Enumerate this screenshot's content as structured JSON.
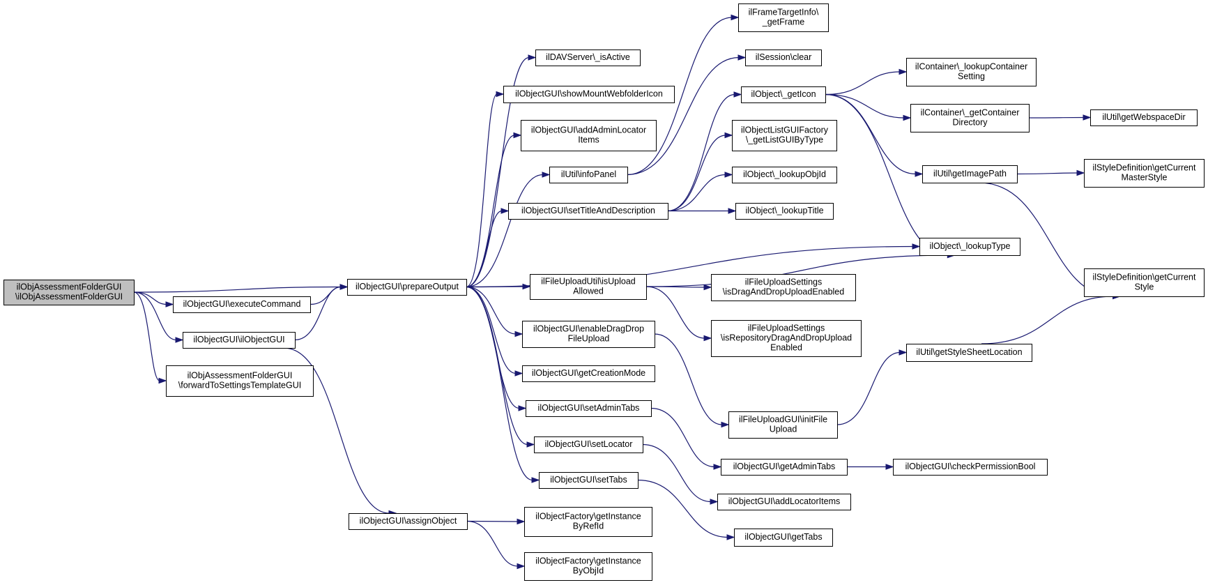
{
  "graph": {
    "edge_color": "#191970",
    "root_fill": "#bfbfbf",
    "node_fill": "#ffffff",
    "nodes": [
      {
        "id": "root",
        "lines": [
          "ilObjAssessmentFolderGUI",
          "\\ilObjAssessmentFolderGUI"
        ],
        "root": true
      },
      {
        "id": "prepareOutput",
        "lines": [
          "ilObjectGUI\\prepareOutput"
        ]
      },
      {
        "id": "executeCommand",
        "lines": [
          "ilObjectGUI\\executeCommand"
        ]
      },
      {
        "id": "ilObjectGUIctor",
        "lines": [
          "ilObjectGUI\\ilObjectGUI"
        ]
      },
      {
        "id": "forwardToSettings",
        "lines": [
          "ilObjAssessmentFolderGUI",
          "\\forwardToSettingsTemplateGUI"
        ]
      },
      {
        "id": "assignObject",
        "lines": [
          "ilObjectGUI\\assignObject"
        ]
      },
      {
        "id": "davIsActive",
        "lines": [
          "ilDAVServer\\_isActive"
        ]
      },
      {
        "id": "showMount",
        "lines": [
          "ilObjectGUI\\showMountWebfolderIcon"
        ]
      },
      {
        "id": "addAdminLocator",
        "lines": [
          "ilObjectGUI\\addAdminLocator",
          "Items"
        ]
      },
      {
        "id": "infoPanel",
        "lines": [
          "ilUtil\\infoPanel"
        ]
      },
      {
        "id": "setTitleDesc",
        "lines": [
          "ilObjectGUI\\setTitleAndDescription"
        ]
      },
      {
        "id": "isUploadAllowed",
        "lines": [
          "ilFileUploadUtil\\isUpload",
          "Allowed"
        ]
      },
      {
        "id": "enableDragDrop",
        "lines": [
          "ilObjectGUI\\enableDragDrop",
          "FileUpload"
        ]
      },
      {
        "id": "getCreationMode",
        "lines": [
          "ilObjectGUI\\getCreationMode"
        ]
      },
      {
        "id": "setAdminTabs",
        "lines": [
          "ilObjectGUI\\setAdminTabs"
        ]
      },
      {
        "id": "setLocator",
        "lines": [
          "ilObjectGUI\\setLocator"
        ]
      },
      {
        "id": "setTabs",
        "lines": [
          "ilObjectGUI\\setTabs"
        ]
      },
      {
        "id": "getInstanceByRefId",
        "lines": [
          "ilObjectFactory\\getInstance",
          "ByRefId"
        ]
      },
      {
        "id": "getInstanceByObjId",
        "lines": [
          "ilObjectFactory\\getInstance",
          "ByObjId"
        ]
      },
      {
        "id": "getFrame",
        "lines": [
          "ilFrameTargetInfo\\",
          "_getFrame"
        ]
      },
      {
        "id": "sessionClear",
        "lines": [
          "ilSession\\clear"
        ]
      },
      {
        "id": "getIcon",
        "lines": [
          "ilObject\\_getIcon"
        ]
      },
      {
        "id": "getListGUIByType",
        "lines": [
          "ilObjectListGUIFactory",
          "\\_getListGUIByType"
        ]
      },
      {
        "id": "lookupObjId",
        "lines": [
          "ilObject\\_lookupObjId"
        ]
      },
      {
        "id": "lookupTitle",
        "lines": [
          "ilObject\\_lookupTitle"
        ]
      },
      {
        "id": "lookupType",
        "lines": [
          "ilObject\\_lookupType"
        ]
      },
      {
        "id": "isDragAndDrop",
        "lines": [
          "ilFileUploadSettings",
          "\\isDragAndDropUploadEnabled"
        ]
      },
      {
        "id": "isRepoDragAndDrop",
        "lines": [
          "ilFileUploadSettings",
          "\\isRepositoryDragAndDropUpload",
          "Enabled"
        ]
      },
      {
        "id": "initFileUpload",
        "lines": [
          "ilFileUploadGUI\\initFile",
          "Upload"
        ]
      },
      {
        "id": "getAdminTabs",
        "lines": [
          "ilObjectGUI\\getAdminTabs"
        ]
      },
      {
        "id": "addLocatorItems",
        "lines": [
          "ilObjectGUI\\addLocatorItems"
        ]
      },
      {
        "id": "getTabs",
        "lines": [
          "ilObjectGUI\\getTabs"
        ]
      },
      {
        "id": "lookupContainerSetting",
        "lines": [
          "ilContainer\\_lookupContainer",
          "Setting"
        ]
      },
      {
        "id": "getContainerDirectory",
        "lines": [
          "ilContainer\\_getContainer",
          "Directory"
        ]
      },
      {
        "id": "getImagePath",
        "lines": [
          "ilUtil\\getImagePath"
        ]
      },
      {
        "id": "getStyleSheetLocation",
        "lines": [
          "ilUtil\\getStyleSheetLocation"
        ]
      },
      {
        "id": "checkPermissionBool",
        "lines": [
          "ilObjectGUI\\checkPermissionBool"
        ]
      },
      {
        "id": "getWebspaceDir",
        "lines": [
          "ilUtil\\getWebspaceDir"
        ]
      },
      {
        "id": "getCurrentMasterStyle",
        "lines": [
          "ilStyleDefinition\\getCurrent",
          "MasterStyle"
        ]
      },
      {
        "id": "getCurrentStyle",
        "lines": [
          "ilStyleDefinition\\getCurrent",
          "Style"
        ]
      }
    ],
    "edges": [
      [
        "root",
        "prepareOutput"
      ],
      [
        "root",
        "executeCommand"
      ],
      [
        "root",
        "ilObjectGUIctor"
      ],
      [
        "root",
        "forwardToSettings"
      ],
      [
        "executeCommand",
        "prepareOutput"
      ],
      [
        "ilObjectGUIctor",
        "prepareOutput"
      ],
      [
        "ilObjectGUIctor",
        "assignObject"
      ],
      [
        "assignObject",
        "getInstanceByRefId"
      ],
      [
        "assignObject",
        "getInstanceByObjId"
      ],
      [
        "prepareOutput",
        "davIsActive"
      ],
      [
        "prepareOutput",
        "showMount"
      ],
      [
        "prepareOutput",
        "addAdminLocator"
      ],
      [
        "prepareOutput",
        "infoPanel"
      ],
      [
        "prepareOutput",
        "setTitleDesc"
      ],
      [
        "prepareOutput",
        "lookupType"
      ],
      [
        "prepareOutput",
        "isUploadAllowed"
      ],
      [
        "prepareOutput",
        "enableDragDrop"
      ],
      [
        "prepareOutput",
        "getCreationMode"
      ],
      [
        "prepareOutput",
        "setAdminTabs"
      ],
      [
        "prepareOutput",
        "setLocator"
      ],
      [
        "prepareOutput",
        "setTabs"
      ],
      [
        "infoPanel",
        "getFrame"
      ],
      [
        "infoPanel",
        "sessionClear"
      ],
      [
        "setTitleDesc",
        "getIcon"
      ],
      [
        "setTitleDesc",
        "getListGUIByType"
      ],
      [
        "setTitleDesc",
        "lookupObjId"
      ],
      [
        "setTitleDesc",
        "lookupTitle"
      ],
      [
        "getIcon",
        "lookupContainerSetting"
      ],
      [
        "getIcon",
        "getContainerDirectory"
      ],
      [
        "getIcon",
        "getImagePath"
      ],
      [
        "getIcon",
        "lookupType"
      ],
      [
        "getContainerDirectory",
        "getWebspaceDir"
      ],
      [
        "getImagePath",
        "getCurrentMasterStyle"
      ],
      [
        "getImagePath",
        "getCurrentStyle"
      ],
      [
        "isUploadAllowed",
        "isDragAndDrop"
      ],
      [
        "isUploadAllowed",
        "isRepoDragAndDrop"
      ],
      [
        "isUploadAllowed",
        "lookupType"
      ],
      [
        "enableDragDrop",
        "initFileUpload"
      ],
      [
        "initFileUpload",
        "getStyleSheetLocation"
      ],
      [
        "getStyleSheetLocation",
        "getCurrentStyle"
      ],
      [
        "setAdminTabs",
        "getAdminTabs"
      ],
      [
        "getAdminTabs",
        "checkPermissionBool"
      ],
      [
        "setLocator",
        "addLocatorItems"
      ],
      [
        "setTabs",
        "getTabs"
      ]
    ]
  }
}
